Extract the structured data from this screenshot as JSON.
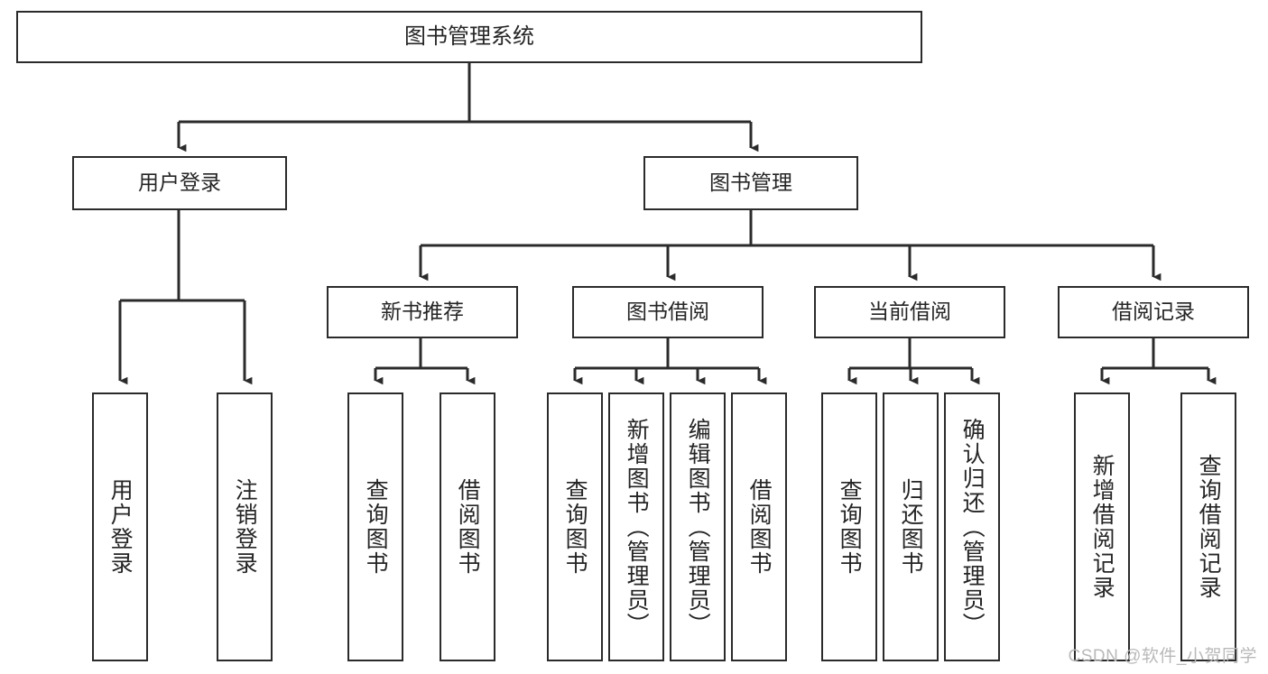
{
  "diagram": {
    "title": "图书管理系统",
    "type": "tree-hierarchy-diagram",
    "watermark": "CSDN @软件_小贺同学",
    "colors": {
      "box_border": "#2b2b2b",
      "box_fill": "#ffffff",
      "connector": "#2b2b2b",
      "text": "#252525",
      "background": "#ffffff",
      "watermark": "#b9b9b9"
    },
    "root": {
      "label": "图书管理系统"
    },
    "level2": [
      {
        "label": "用户登录"
      },
      {
        "label": "图书管理"
      }
    ],
    "level3": [
      {
        "label": "新书推荐"
      },
      {
        "label": "图书借阅"
      },
      {
        "label": "当前借阅"
      },
      {
        "label": "借阅记录"
      }
    ],
    "leaves": {
      "user_login": [
        {
          "label": "用户登录"
        },
        {
          "label": "注销登录"
        }
      ],
      "new_book_recommend": [
        {
          "label": "查询图书"
        },
        {
          "label": "借阅图书"
        }
      ],
      "book_borrow": [
        {
          "label": "查询图书"
        },
        {
          "label": "新增图书（管理员）"
        },
        {
          "label": "编辑图书（管理员）"
        },
        {
          "label": "借阅图书"
        }
      ],
      "current_borrow": [
        {
          "label": "查询图书"
        },
        {
          "label": "归还图书"
        },
        {
          "label": "确认归还（管理员）"
        }
      ],
      "borrow_record": [
        {
          "label": "新增借阅记录"
        },
        {
          "label": "查询借阅记录"
        }
      ]
    }
  }
}
